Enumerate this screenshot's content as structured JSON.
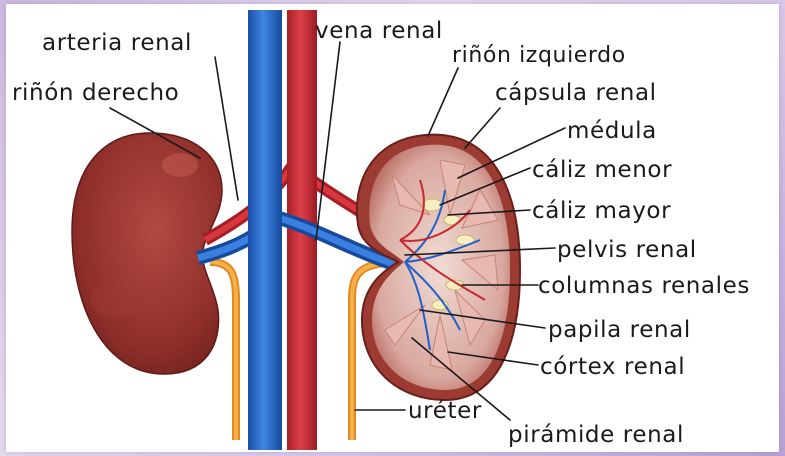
{
  "labels": {
    "arteria_renal": "arteria renal",
    "vena_renal": "vena renal",
    "rinon_izquierdo": "riñón izquierdo",
    "rinon_derecho": "riñón derecho",
    "capsula_renal": "cápsula renal",
    "medula": "médula",
    "caliz_menor": "cáliz menor",
    "caliz_mayor": "cáliz mayor",
    "pelvis_renal": "pelvis renal",
    "columnas_renales": "columnas renales",
    "papila_renal": "papila renal",
    "cortex_renal": "córtex renal",
    "ureter": "uréter",
    "piramide_renal": "pirámide renal"
  },
  "colors": {
    "kidney": "#8f2f2a",
    "kidney_highlight": "#b0453d",
    "cortex": "#c99088",
    "medulla": "#e6c7bf",
    "vein": "#1f63c9",
    "artery": "#c8282f",
    "ureter": "#f2a93b",
    "calyx": "#f7f0c0"
  }
}
